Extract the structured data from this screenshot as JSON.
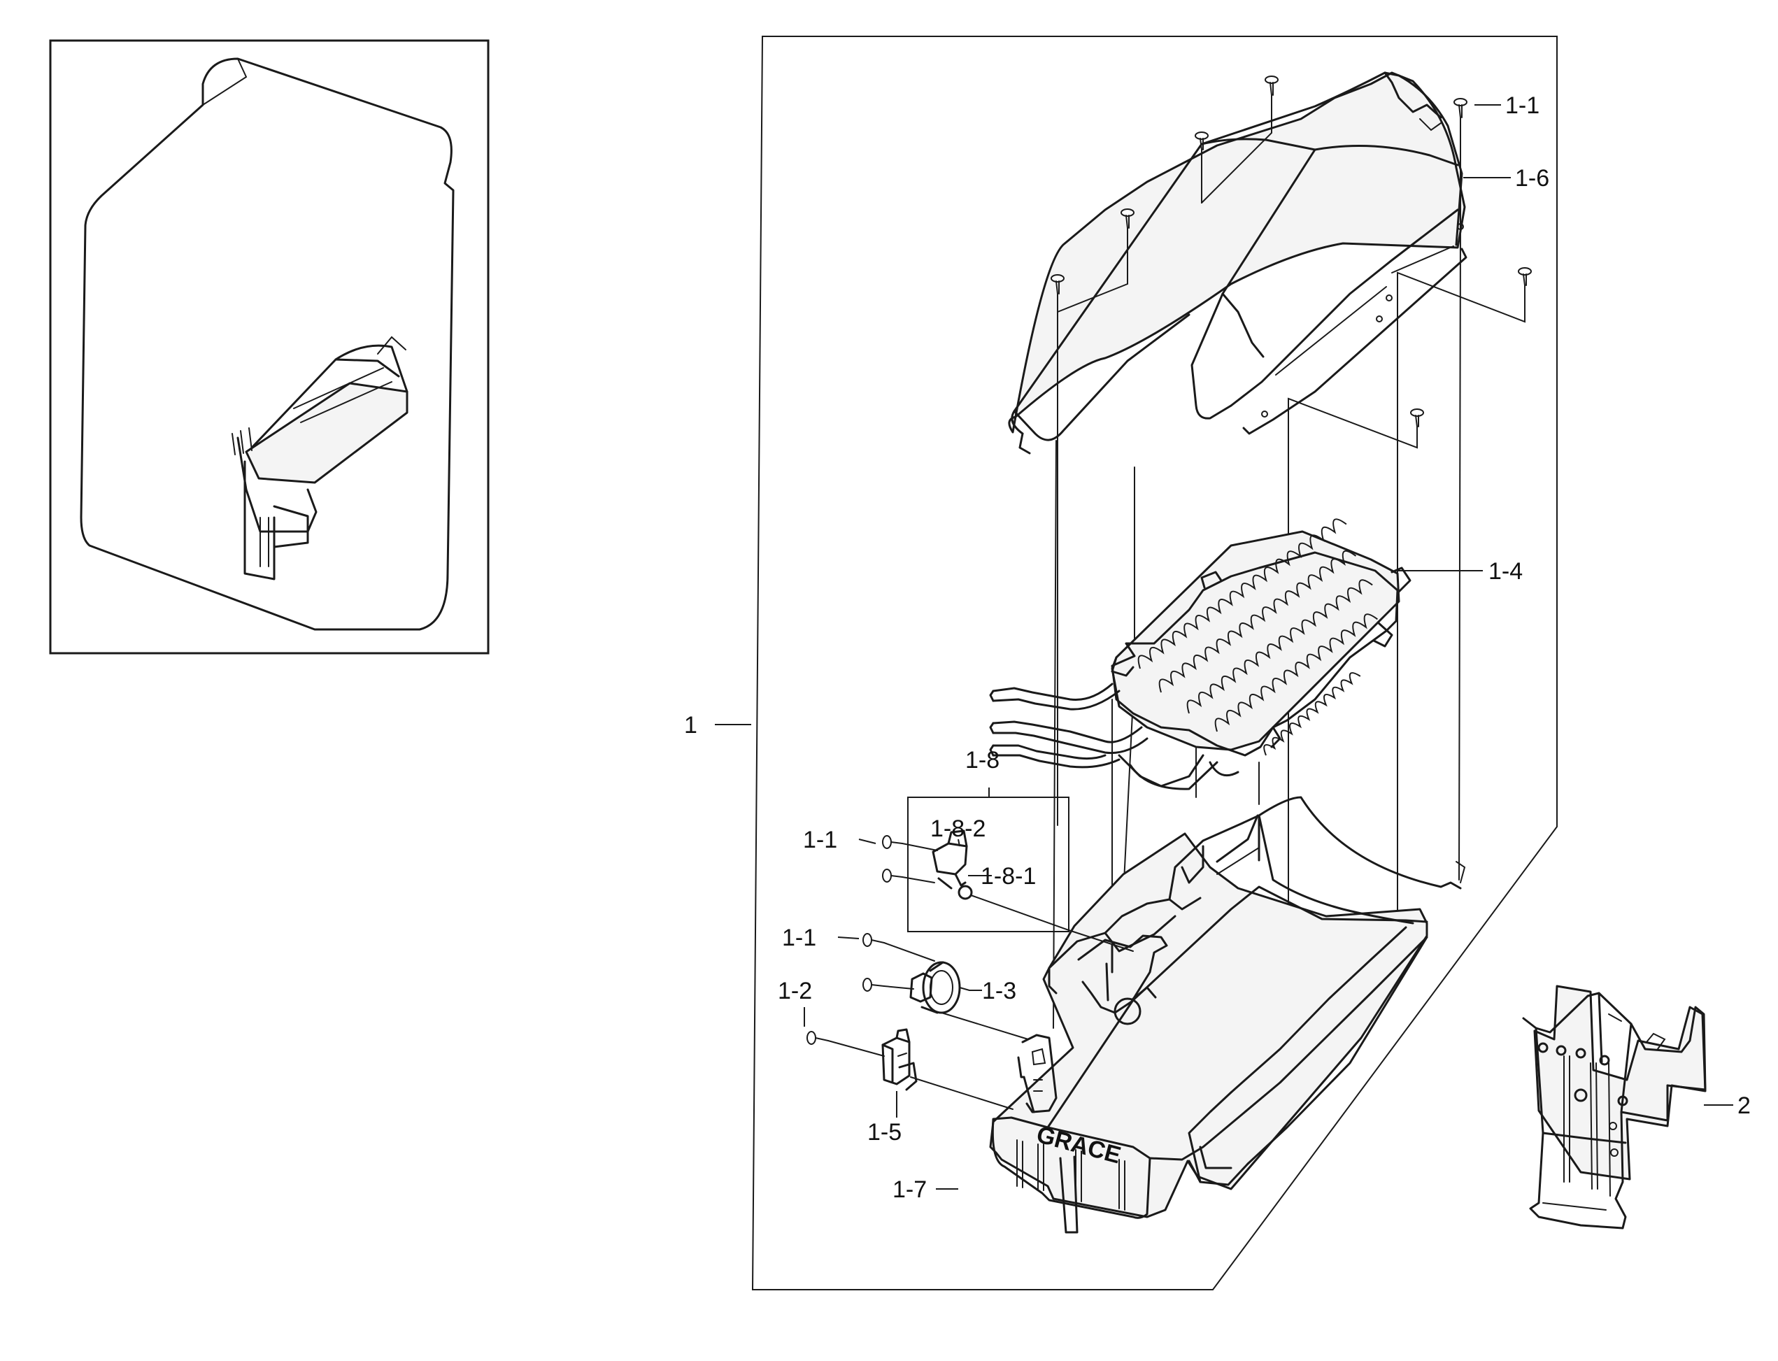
{
  "callouts": {
    "c_1": "1",
    "c_1_1_top": "1-1",
    "c_1_6": "1-6",
    "c_1_4": "1-4",
    "c_1_8": "1-8",
    "c_1_1_left_a": "1-1",
    "c_1_8_2": "1-8-2",
    "c_1_8_1": "1-8-1",
    "c_1_1_left_b": "1-1",
    "c_1_3": "1-3",
    "c_1_2": "1-2",
    "c_1_5": "1-5",
    "c_1_7": "1-7",
    "c_2": "2"
  },
  "stamps": {
    "grace": "GRACE"
  }
}
